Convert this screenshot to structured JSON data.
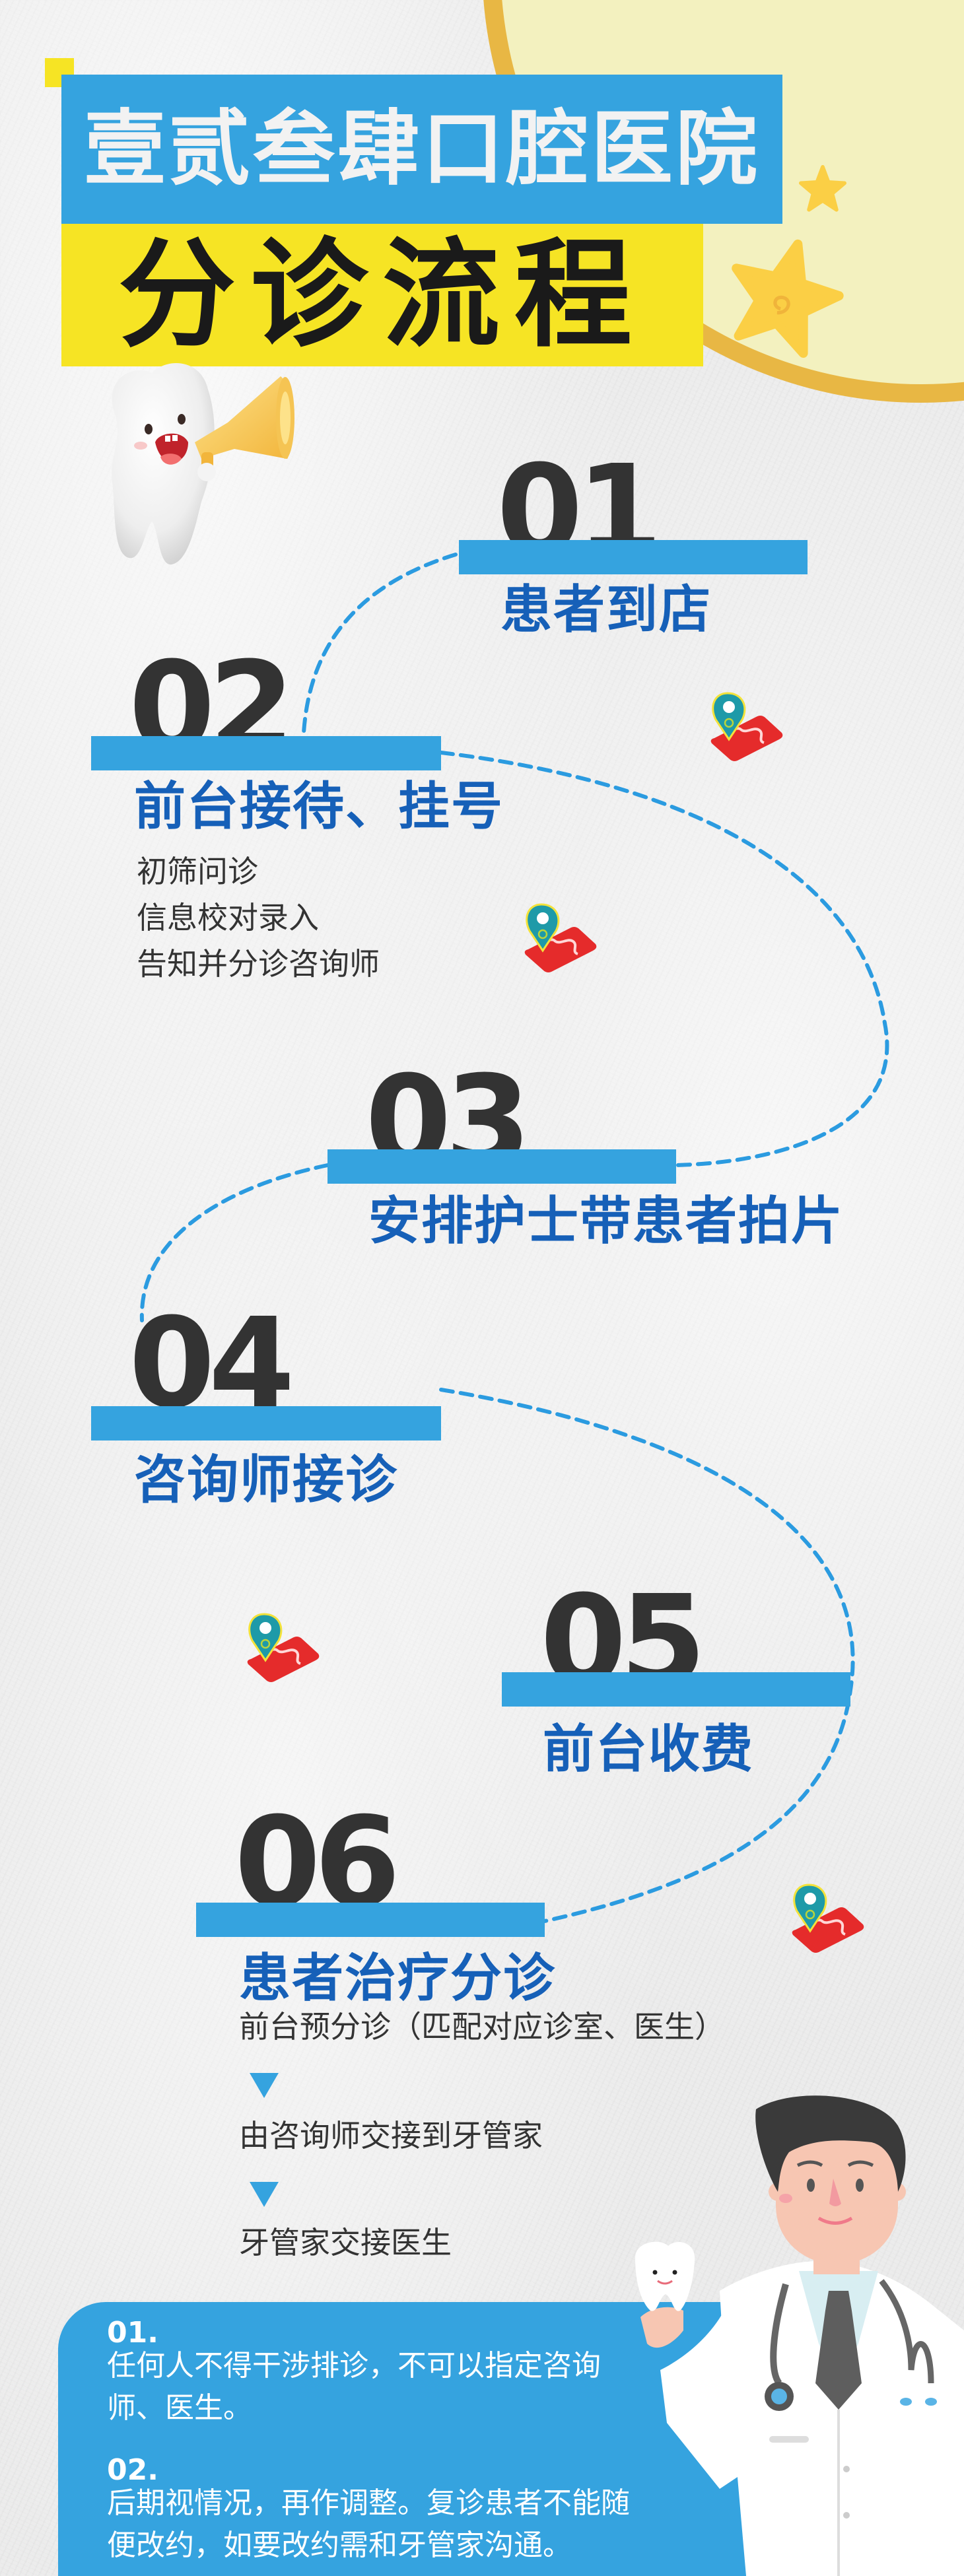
{
  "header": {
    "hospital_name": "壹贰叁肆口腔医院",
    "subtitle": "分诊流程"
  },
  "colors": {
    "primary_blue": "#35a3df",
    "title_blue_text": "#1660b8",
    "accent_yellow": "#f6e424",
    "moon_fill": "#f3f1bf",
    "moon_border": "#e8b744",
    "numeral_dark": "#333333",
    "pin_red": "#e52b2b",
    "pin_teal": "#1e9aa8"
  },
  "steps": [
    {
      "number": "01",
      "title": "患者到店",
      "details": []
    },
    {
      "number": "02",
      "title": "前台接待、挂号",
      "details": [
        "初筛问诊",
        "信息校对录入",
        "告知并分诊咨询师"
      ]
    },
    {
      "number": "03",
      "title": "安排护士带患者拍片",
      "details": []
    },
    {
      "number": "04",
      "title": "咨询师接诊",
      "details": []
    },
    {
      "number": "05",
      "title": "前台收费",
      "details": []
    },
    {
      "number": "06",
      "title": "患者治疗分诊",
      "details": [
        "前台预分诊（匹配对应诊室、医生）",
        "由咨询师交接到牙管家",
        "牙管家交接医生"
      ]
    }
  ],
  "notes": [
    {
      "number": "01.",
      "text": "任何人不得干涉排诊，不可以指定咨询师、医生。"
    },
    {
      "number": "02.",
      "text": "后期视情况，再作调整。复诊患者不能随便改约，如要改约需和牙管家沟通。"
    }
  ],
  "icons": {
    "mascot": "tooth-megaphone-icon",
    "location": "map-pin-icon",
    "flow_arrow": "triangle-down-icon",
    "doctor": "doctor-illustration",
    "star": "star-icon",
    "moon": "moon-icon"
  }
}
